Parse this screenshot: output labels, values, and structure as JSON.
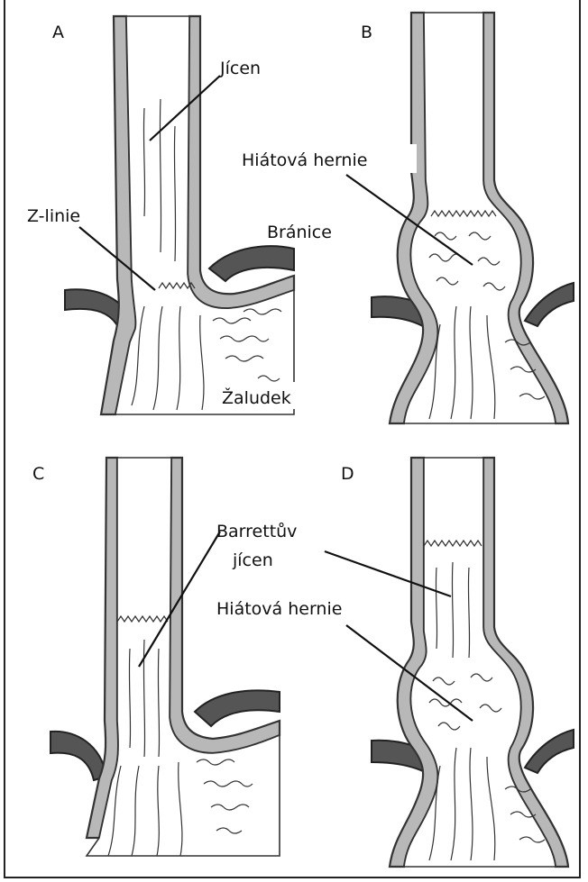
{
  "panels": [
    {
      "letter": "A",
      "labels": {
        "esophagus": "Jícen",
        "z_line": "Z-linie",
        "diaphragm": "Bránice",
        "stomach": "Žaludek"
      }
    },
    {
      "letter": "B",
      "labels": {
        "hernia": "Hiátová hernie"
      }
    },
    {
      "letter": "C",
      "labels": {
        "barrett_line1": "Barrettův",
        "barrett_line2": "jícen"
      }
    },
    {
      "letter": "D",
      "labels": {
        "hernia": "Hiátová hernie"
      }
    }
  ],
  "colors": {
    "wall": "#b8b8b8",
    "diaphragm": "#555555",
    "outline": "#333333"
  }
}
